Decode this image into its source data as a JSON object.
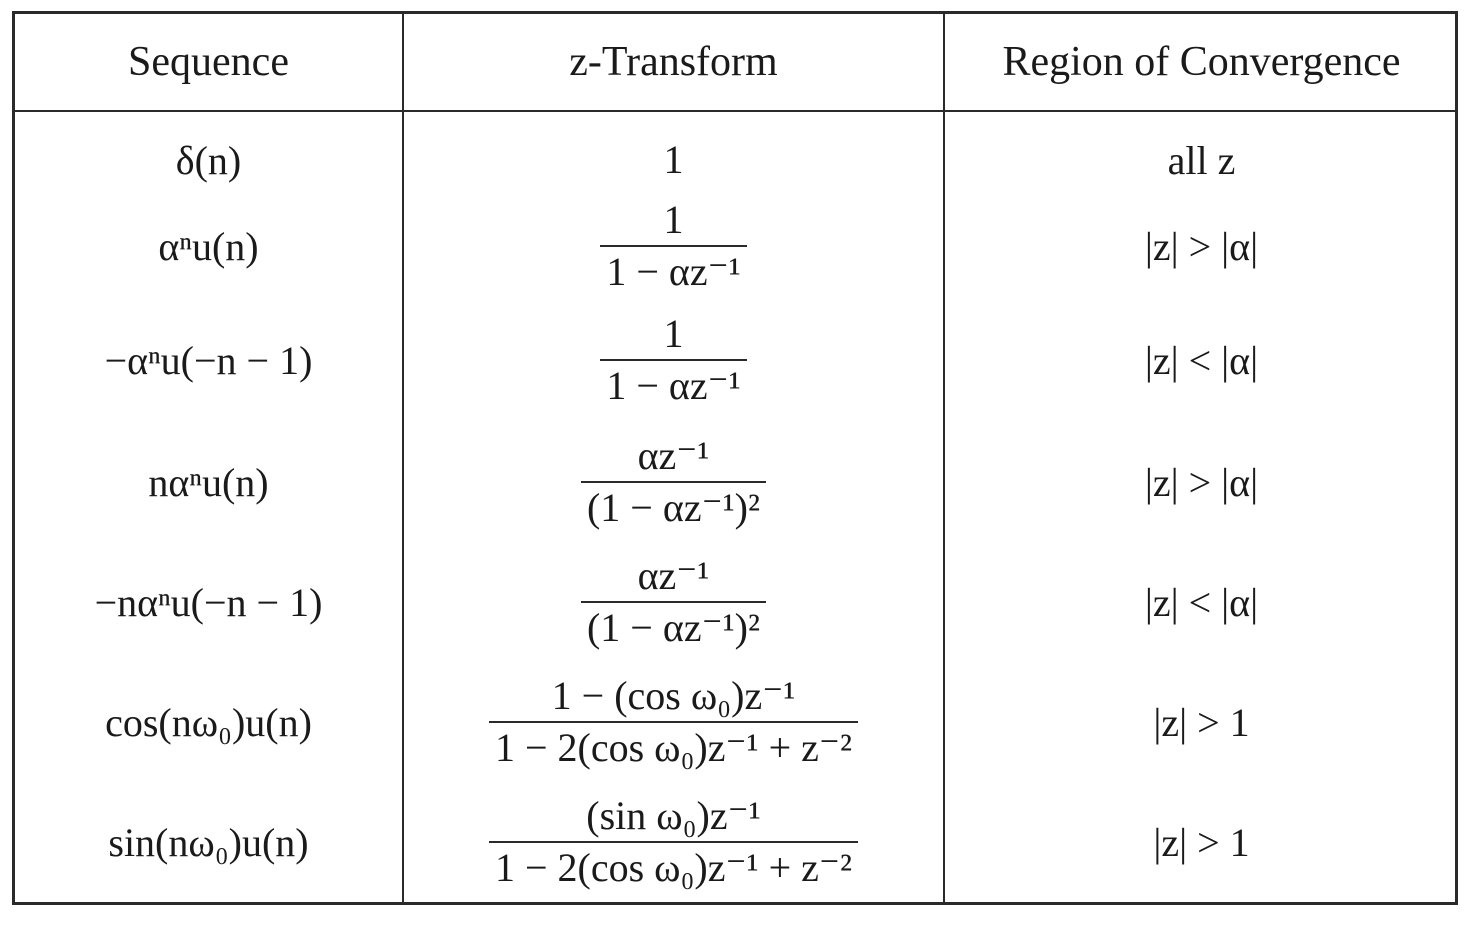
{
  "headers": {
    "sequence": "Sequence",
    "ztransform": "z-Transform",
    "roc": "Region of Convergence"
  },
  "rows": [
    {
      "sequence": "δ(n)",
      "zt_plain": "1",
      "roc": "all z"
    },
    {
      "sequence": "αⁿu(n)",
      "zt_num": "1",
      "zt_den": "1 − αz⁻¹",
      "roc": "|z| > |α|"
    },
    {
      "sequence": "−αⁿu(−n − 1)",
      "zt_num": "1",
      "zt_den": "1 − αz⁻¹",
      "roc": "|z| < |α|"
    },
    {
      "sequence": "nαⁿu(n)",
      "zt_num": "αz⁻¹",
      "zt_den": "(1 − αz⁻¹)²",
      "roc": "|z| > |α|"
    },
    {
      "sequence": "−nαⁿu(−n − 1)",
      "zt_num": "αz⁻¹",
      "zt_den": "(1 − αz⁻¹)²",
      "roc": "|z| < |α|"
    },
    {
      "sequence": "cos(nω₀)u(n)",
      "zt_num": "1 − (cos ω₀)z⁻¹",
      "zt_den": "1 − 2(cos ω₀)z⁻¹ + z⁻²",
      "roc": "|z| > 1"
    },
    {
      "sequence": "sin(nω₀)u(n)",
      "zt_num": "(sin ω₀)z⁻¹",
      "zt_den": "1 − 2(cos ω₀)z⁻¹ + z⁻²",
      "roc": "|z| > 1"
    }
  ]
}
